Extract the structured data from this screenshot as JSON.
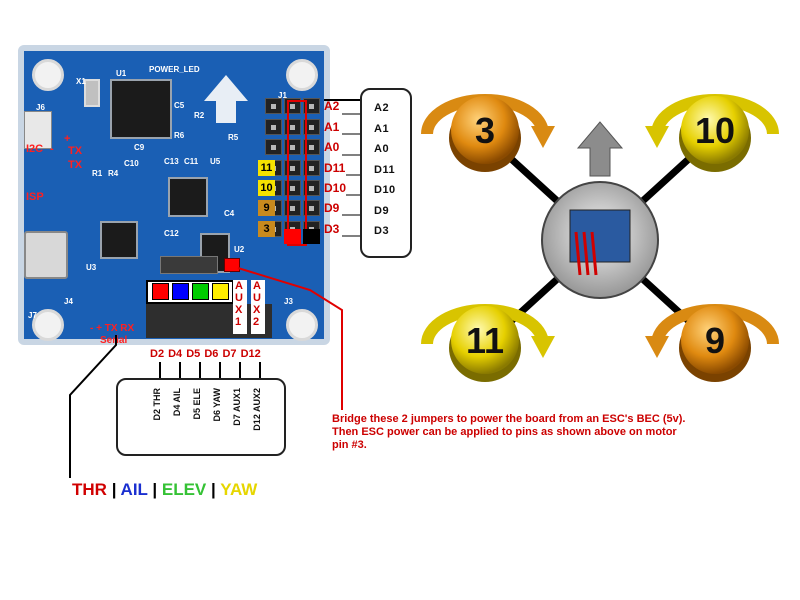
{
  "board": {
    "silk": {
      "power_led": "POWER_LED",
      "x1": "X1",
      "u1": "U1",
      "j1": "J1",
      "j6": "J6",
      "j7": "J7",
      "j3": "J3",
      "u3": "U3",
      "j4": "J4",
      "c5": "C5",
      "r2": "R2",
      "r6": "R6",
      "r5": "R5",
      "c9": "C9",
      "c10": "C10",
      "c13": "C13",
      "c11": "C11",
      "u5": "U5",
      "r1": "R1",
      "r4": "R4",
      "c4": "C4",
      "c12": "C12",
      "u2": "U2"
    },
    "labels": {
      "i2c": "I2C",
      "tx1": "TX",
      "tx2": "TX",
      "isp": "ISP",
      "plus": "+",
      "minus": "-",
      "serial_pins": "- + TX RX",
      "serial": "Serial"
    },
    "header_rows": [
      {
        "pin": "A2",
        "badge": "",
        "badge_color": ""
      },
      {
        "pin": "A1",
        "badge": "",
        "badge_color": ""
      },
      {
        "pin": "A0",
        "badge": "",
        "badge_color": ""
      },
      {
        "pin": "D11",
        "badge": "11",
        "badge_color": "#f5e200"
      },
      {
        "pin": "D10",
        "badge": "10",
        "badge_color": "#f5e200"
      },
      {
        "pin": "D9",
        "badge": "9",
        "badge_color": "#c88a1e"
      },
      {
        "pin": "D3",
        "badge": "3",
        "badge_color": "#c88a1e"
      }
    ],
    "pin_box": [
      "A2",
      "A1",
      "A0",
      "D11",
      "D10",
      "D9",
      "D3"
    ],
    "rx_colors": [
      "#ff0000",
      "#0000ff",
      "#00cc00",
      "#ffee00"
    ],
    "aux1": "AUX1",
    "aux2": "AUX2",
    "rx_pins": "D2 D4 D5 D6 D7 D12",
    "rx_box": [
      "D2 THR",
      "D4 AIL",
      "D5 ELE",
      "D6 YAW",
      "D7 AUX1",
      "D12 AUX2"
    ]
  },
  "legend": {
    "thr": "THR",
    "ail": "AIL",
    "elev": "ELEV",
    "yaw": "YAW",
    "sep": "|",
    "thr_color": "#d00000",
    "ail_color": "#1a2fd0",
    "elev_color": "#35c235",
    "yaw_color": "#e6d600"
  },
  "note": {
    "line1": "Bridge these 2 jumpers to power the board from an ESC's BEC (5v).",
    "line2": "Then ESC power can be applied to pins as shown above on motor",
    "line3": "pin #3."
  },
  "quad": {
    "motors": [
      {
        "label": "3",
        "color": "orange"
      },
      {
        "label": "10",
        "color": "yellow"
      },
      {
        "label": "11",
        "color": "yellow"
      },
      {
        "label": "9",
        "color": "orange"
      }
    ]
  }
}
